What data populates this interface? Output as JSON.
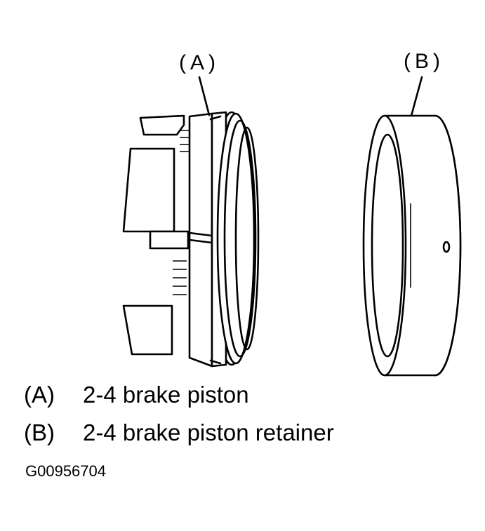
{
  "callouts": {
    "a": "(A)",
    "b": "(B)"
  },
  "legend": [
    {
      "key": "(A)",
      "text": "2-4 brake piston"
    },
    {
      "key": "(B)",
      "text": "2-4 brake piston retainer"
    }
  ],
  "figure_code": "G00956704"
}
